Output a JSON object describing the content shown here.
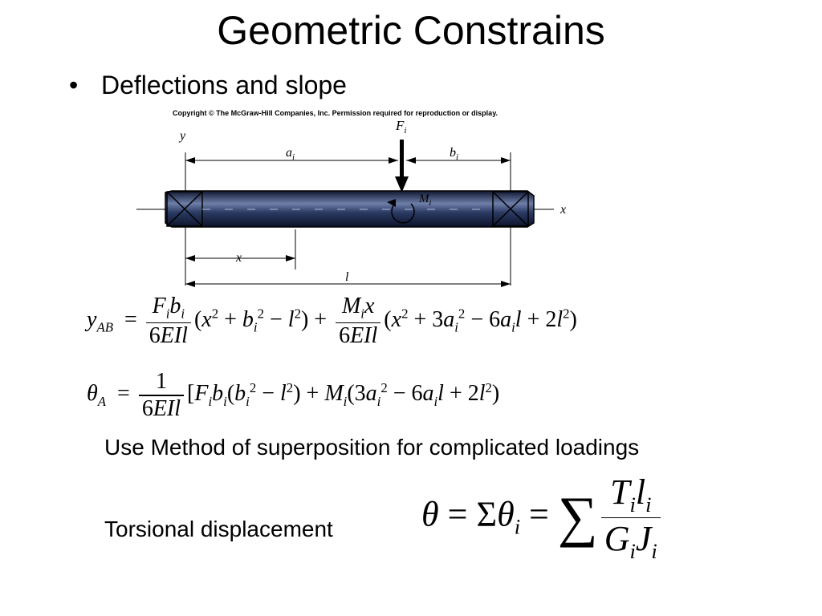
{
  "slide": {
    "title": "Geometric Constrains",
    "bullet": "Deflections and slope",
    "copyright": "Copyright © The McGraw-Hill Companies, Inc. Permission required for reproduction or display.",
    "text_superposition": "Use Method of superposition for complicated loadings",
    "text_torsional": "Torsional displacement"
  },
  "figure": {
    "labels": {
      "y": "y",
      "x": "x",
      "Fi": "F",
      "Fi_sub": "i",
      "ai": "a",
      "ai_sub": "i",
      "bi": "b",
      "bi_sub": "i",
      "Mi": "M",
      "Mi_sub": "i",
      "x_dim": "x",
      "l_dim": "l"
    },
    "colors": {
      "shaft": "#1e2a4a",
      "shaft_highlight": "#6d7ea8"
    }
  },
  "equations": {
    "y_ab": "y_AB = (F_i b_i / 6EIl)(x² + b_i² − l²) + (M_i x / 6EIl)(x² + 3a_i² − 6a_i l + 2l²)",
    "theta_a": "θ_A = (1/6EIl)[F_i b_i (b_i² − l²) + M_i (3a_i² − 6a_i l + 2l²)]",
    "theta_total": "θ = Σθ_i = Σ T_i l_i / G_i J_i"
  }
}
